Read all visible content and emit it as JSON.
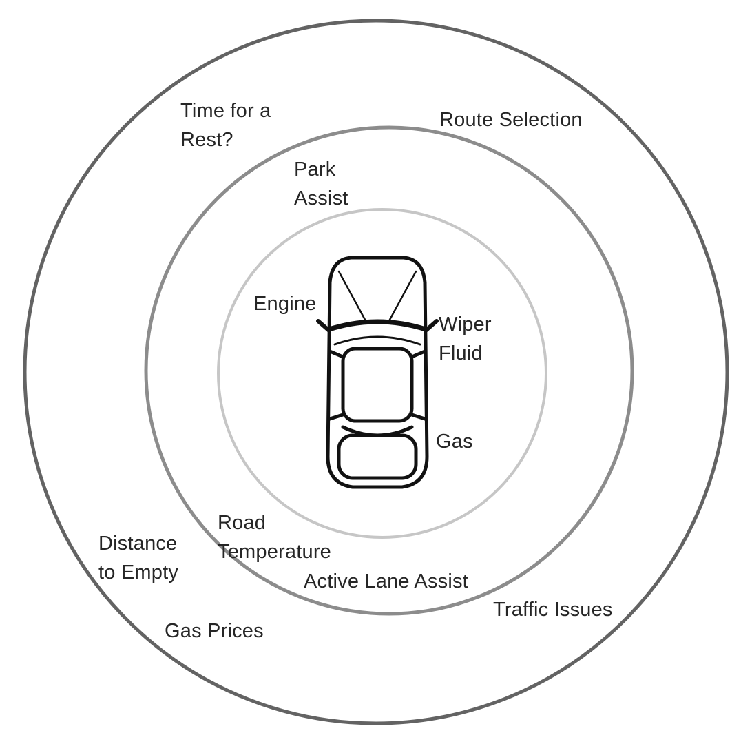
{
  "diagram": {
    "text_color": "#262626",
    "rings": [
      {
        "name": "inner",
        "color": "#c6c6c6"
      },
      {
        "name": "middle",
        "color": "#8c8c8c"
      },
      {
        "name": "outer",
        "color": "#636363"
      }
    ],
    "labels": [
      {
        "id": "time-for-a-rest",
        "text": "Time for a\nRest?",
        "ring": "outer"
      },
      {
        "id": "route-selection",
        "text": "Route Selection",
        "ring": "outer"
      },
      {
        "id": "park-assist",
        "text": "Park\nAssist",
        "ring": "middle"
      },
      {
        "id": "engine",
        "text": "Engine",
        "ring": "inner"
      },
      {
        "id": "wiper-fluid",
        "text": "Wiper\nFluid",
        "ring": "inner"
      },
      {
        "id": "gas",
        "text": "Gas",
        "ring": "inner"
      },
      {
        "id": "road-temperature",
        "text": "Road\nTemperature",
        "ring": "middle"
      },
      {
        "id": "distance-to-empty",
        "text": "Distance\nto Empty",
        "ring": "outer"
      },
      {
        "id": "active-lane-assist",
        "text": "Active Lane Assist",
        "ring": "middle"
      },
      {
        "id": "traffic-issues",
        "text": "Traffic Issues",
        "ring": "outer"
      },
      {
        "id": "gas-prices",
        "text": "Gas Prices",
        "ring": "outer"
      }
    ]
  }
}
